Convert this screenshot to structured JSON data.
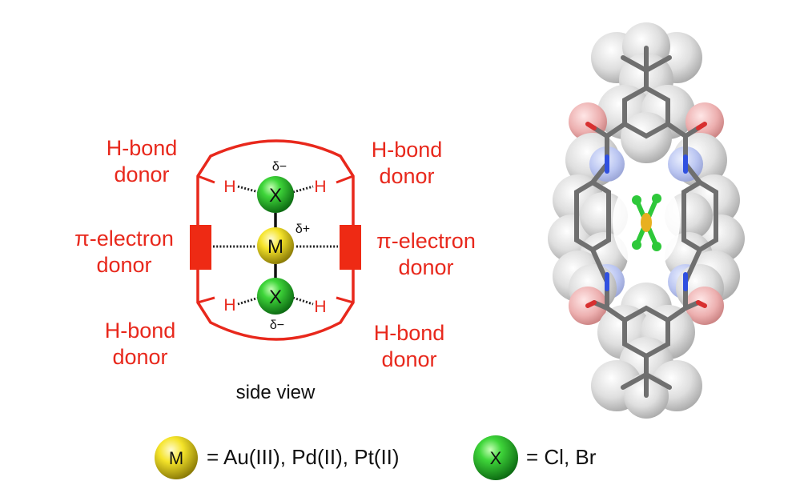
{
  "labels": {
    "hbond_tl": [
      "H-bond",
      "donor"
    ],
    "hbond_tr": [
      "H-bond",
      "donor"
    ],
    "hbond_bl": [
      "H-bond",
      "donor"
    ],
    "hbond_br": [
      "H-bond",
      "donor"
    ],
    "pi_left": [
      "π-electron",
      "donor"
    ],
    "pi_right": [
      "π-electron",
      "donor"
    ]
  },
  "atoms": {
    "h": "H",
    "x": "X",
    "m": "M",
    "delta_minus": "δ−",
    "delta_plus": "δ+"
  },
  "caption": "side view",
  "legend": {
    "m_symbol": "M",
    "m_text": "= Au(III), Pd(II), Pt(II)",
    "x_symbol": "X",
    "x_text": "= Cl, Br"
  },
  "colors": {
    "red": "#e8281c",
    "metal": "#f0e020",
    "halide": "#22c02a"
  }
}
